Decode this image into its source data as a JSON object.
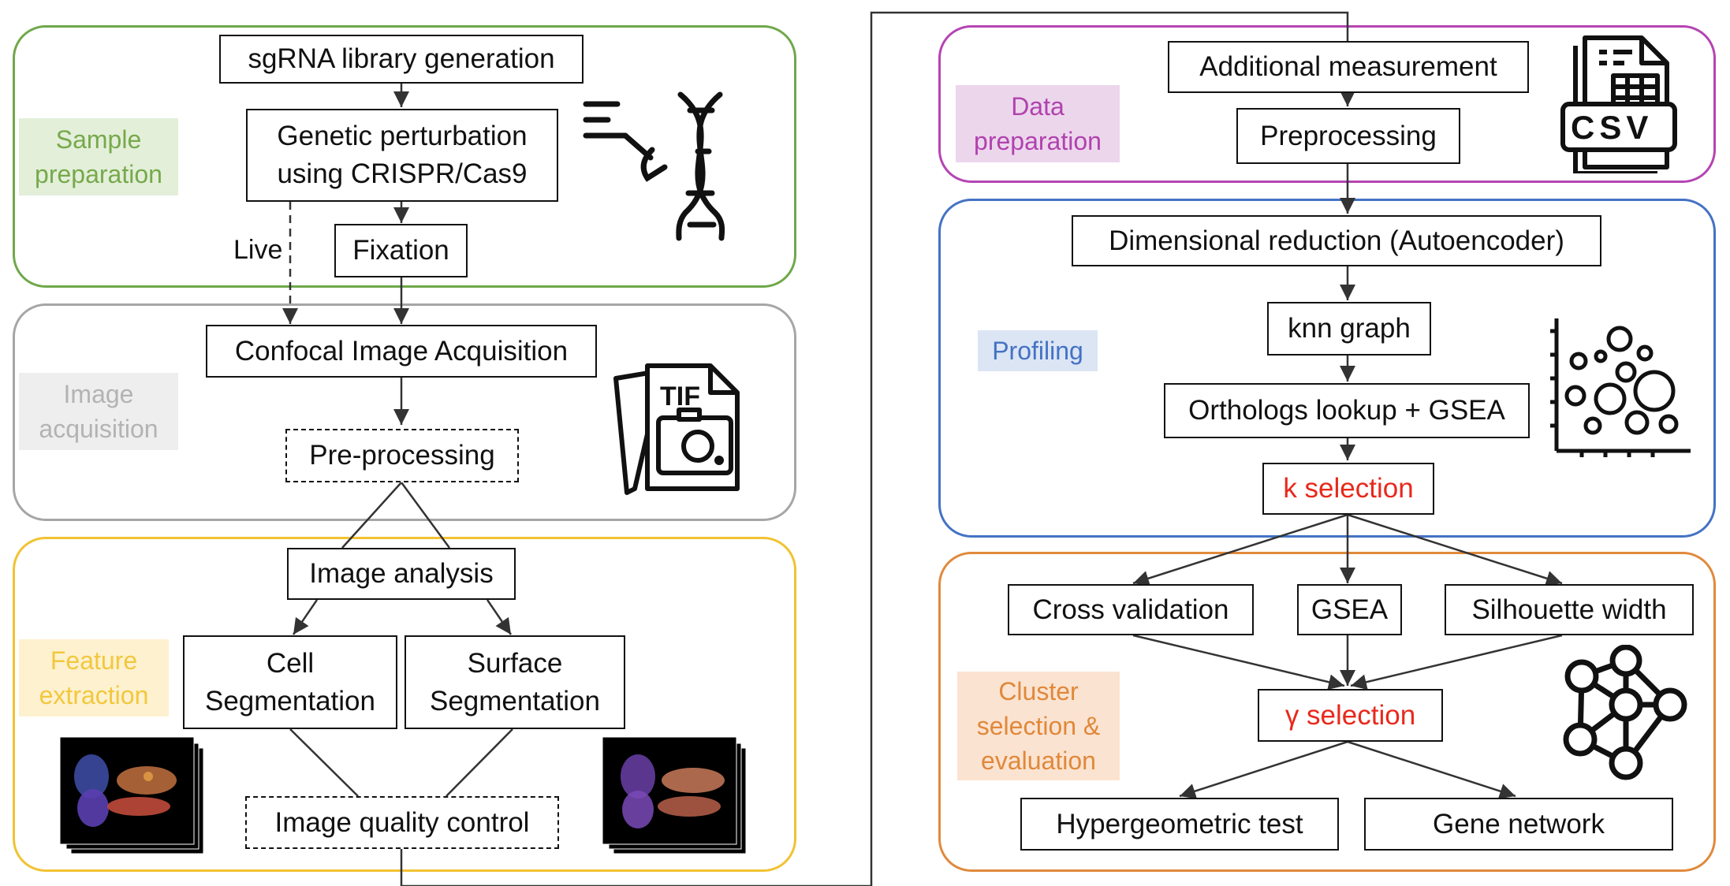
{
  "panels": {
    "sample": {
      "label": "Sample\npreparation",
      "color": "#6fa84a",
      "bg": "#e3efd9",
      "textColor": "#76a94b"
    },
    "image": {
      "label": "Image\nacquisition",
      "color": "#a6a6a6",
      "bg": "#eeeeee",
      "textColor": "#b3b3b3"
    },
    "feature": {
      "label": "Feature\nextraction",
      "color": "#f1c232",
      "bg": "#fdf1cf",
      "textColor": "#f3c73d"
    },
    "data": {
      "label": "Data\npreparation",
      "color": "#b544b3",
      "bg": "#ecd6ec",
      "textColor": "#b042ae"
    },
    "profiling": {
      "label": "Profiling",
      "color": "#4472c4",
      "bg": "#dbe5f4",
      "textColor": "#4472c4"
    },
    "cluster": {
      "label": "Cluster\nselection &\nevaluation",
      "color": "#e08a3c",
      "bg": "#fbe3d1",
      "textColor": "#e0883a"
    }
  },
  "nodes": {
    "sgrna": "sgRNA library generation",
    "genetic": "Genetic perturbation\nusing CRISPR/Cas9",
    "fixation": "Fixation",
    "confocal": "Confocal Image Acquisition",
    "preproc_left": "Pre-processing",
    "image_analysis": "Image analysis",
    "cell_seg": "Cell\nSegmentation",
    "surface_seg": "Surface\nSegmentation",
    "iqc": "Image quality control",
    "additional": "Additional measurement",
    "preprocessing": "Preprocessing",
    "dimred": "Dimensional reduction (Autoencoder)",
    "knn": "knn graph",
    "orthologs": "Orthologs lookup + GSEA",
    "kselect": "k selection",
    "crossval": "Cross validation",
    "gsea": "GSEA",
    "silhouette": "Silhouette width",
    "gamma": "γ selection",
    "hypergeo": "Hypergeometric test",
    "genenet": "Gene network"
  },
  "edge_labels": {
    "live": "Live"
  },
  "icons": {
    "dna": "dna-cutting-icon",
    "tif": "tif-image-file-icon",
    "csv": "csv-file-icon",
    "bubble": "bubble-chart-icon",
    "network": "network-graph-icon"
  },
  "icon_text": {
    "tif": "TIF",
    "csv": "CSV"
  }
}
